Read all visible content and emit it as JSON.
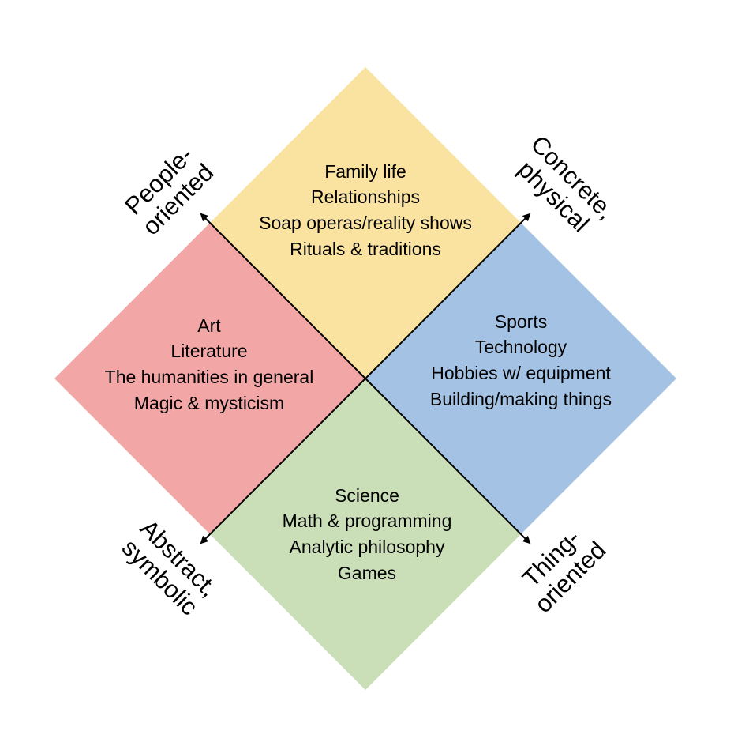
{
  "colors": {
    "top": "#FAE3A0",
    "left": "#F2A7A6",
    "right": "#A4C2E3",
    "bottom": "#CADFB8"
  },
  "quadrants": {
    "top": [
      "Family life",
      "Relationships",
      "Soap operas/reality shows",
      "Rituals & traditions"
    ],
    "left": [
      "Art",
      "Literature",
      "The humanities in general",
      "Magic & mysticism"
    ],
    "right": [
      "Sports",
      "Technology",
      "Hobbies w/ equipment",
      "Building/making things"
    ],
    "bottom": [
      "Science",
      "Math & programming",
      "Analytic philosophy",
      "Games"
    ]
  },
  "axes": {
    "top_left": [
      "People-",
      "oriented"
    ],
    "top_right": [
      "Concrete,",
      "physical"
    ],
    "bottom_left": [
      "Abstract,",
      "symbolic"
    ],
    "bottom_right": [
      "Thing-",
      "oriented"
    ]
  }
}
